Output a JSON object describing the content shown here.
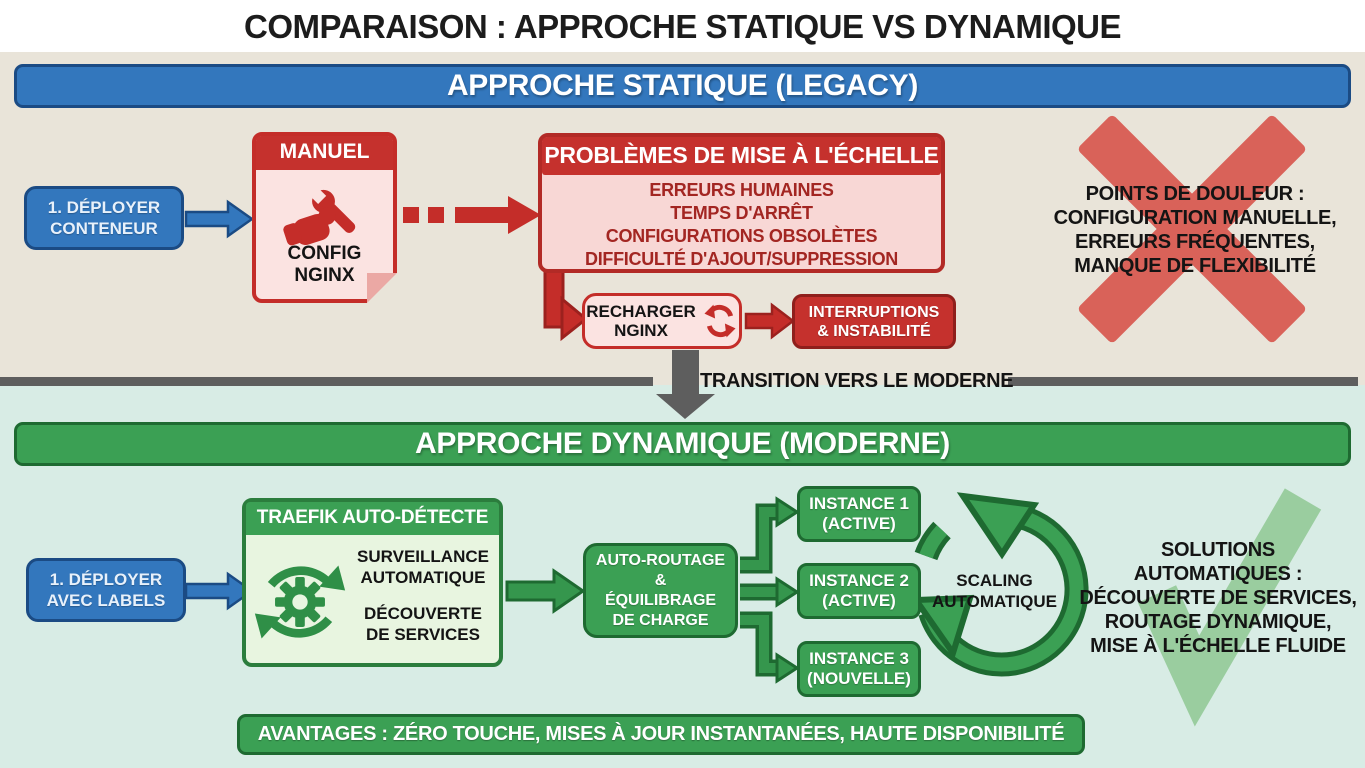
{
  "title": "COMPARAISON : APPROCHE STATIQUE VS DYNAMIQUE",
  "colors": {
    "static_accent": "#3377bd",
    "danger": "#c42d29",
    "dynamic_accent": "#3ba054",
    "transition_gray": "#5e5e5e",
    "static_bg": "#e9e4d9",
    "dynamic_bg": "#d8ece5"
  },
  "icons": {
    "document_icon": "hand-wrench",
    "reload_icon": "refresh-cycle",
    "traefik_icon": "gear-auto-detect",
    "scaling_icon": "circular-arrow",
    "failure_icon": "red-x",
    "success_icon": "green-check"
  },
  "static_section": {
    "banner": "APPROCHE STATIQUE (LEGACY)",
    "deploy_box": {
      "line1": "1. DÉPLOYER",
      "line2": "CONTENEUR"
    },
    "document": {
      "header": "MANUEL",
      "label_line1": "CONFIG",
      "label_line2": "NGINX"
    },
    "problems_box": {
      "header": "PROBLÈMES DE MISE À L'ÉCHELLE",
      "items": [
        "ERREURS HUMAINES",
        "TEMPS D'ARRÊT",
        "CONFIGURATIONS OBSOLÈTES",
        "DIFFICULTÉ D'AJOUT/SUPPRESSION"
      ]
    },
    "reload_box": {
      "line1": "RECHARGER",
      "line2": "NGINX"
    },
    "interruptions_box": {
      "line1": "INTERRUPTIONS",
      "line2": "& INSTABILITÉ"
    },
    "pain_points": {
      "lines": [
        "POINTS DE DOULEUR :",
        "CONFIGURATION MANUELLE,",
        "ERREURS FRÉQUENTES,",
        "MANQUE DE FLEXIBILITÉ"
      ]
    }
  },
  "transition": {
    "label": "TRANSITION VERS LE MODERNE"
  },
  "dynamic_section": {
    "banner": "APPROCHE DYNAMIQUE (MODERNE)",
    "deploy_box": {
      "line1": "1. DÉPLOYER",
      "line2": "AVEC LABELS"
    },
    "traefik_box": {
      "header": "TRAEFIK AUTO-DÉTECTE",
      "feature1_line1": "SURVEILLANCE",
      "feature1_line2": "AUTOMATIQUE",
      "feature2_line1": "DÉCOUVERTE",
      "feature2_line2": "DE SERVICES"
    },
    "routing_box": {
      "line1": "AUTO-ROUTAGE",
      "line2": "&",
      "line3": "ÉQUILIBRAGE",
      "line4": "DE CHARGE"
    },
    "instances": [
      {
        "line1": "INSTANCE 1",
        "line2": "(ACTIVE)"
      },
      {
        "line1": "INSTANCE 2",
        "line2": "(ACTIVE)"
      },
      {
        "line1": "INSTANCE 3",
        "line2": "(NOUVELLE)"
      }
    ],
    "scaling": {
      "line1": "SCALING",
      "line2": "AUTOMATIQUE"
    },
    "solutions": {
      "lines": [
        "SOLUTIONS",
        "AUTOMATIQUES :",
        "DÉCOUVERTE DE SERVICES,",
        "ROUTAGE DYNAMIQUE,",
        "MISE À L'ÉCHELLE FLUIDE"
      ]
    },
    "advantages_banner": "AVANTAGES : ZÉRO TOUCHE, MISES À JOUR INSTANTANÉES, HAUTE DISPONIBILITÉ"
  }
}
